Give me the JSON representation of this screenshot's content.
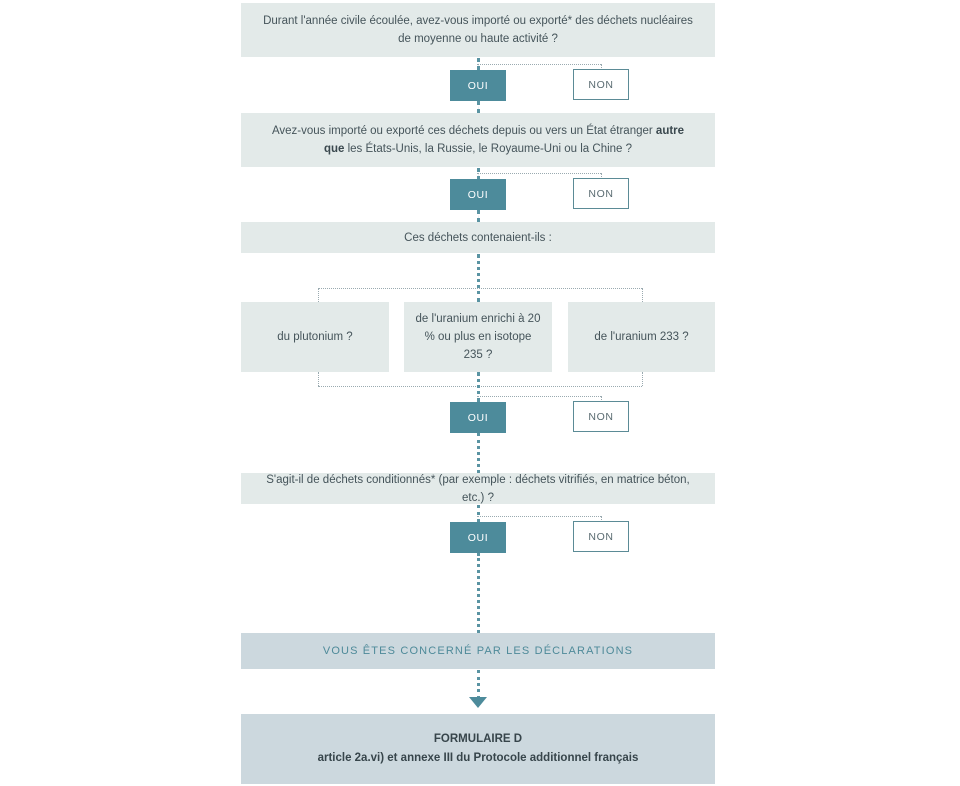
{
  "document": {
    "title": "Arbre de décision — Formulaire D",
    "colors": {
      "question_box": "#e3eae9",
      "result_box": "#ccd8de",
      "accent_teal": "#4d8b9b",
      "connector_teal": "#5a94a3",
      "connector_grey": "#9aaab0",
      "text": "#45545a",
      "result_text": "#4e8a99"
    }
  },
  "labels": {
    "yes": "OUI",
    "no": "NON"
  },
  "questions": [
    {
      "id": "q1",
      "text_parts": [
        {
          "text": "Durant l'année civile écoulée, avez-vous importé ou exporté* des déchets nucléaires de moyenne ou haute activité ?",
          "bold": false
        }
      ]
    },
    {
      "id": "q2",
      "text_parts": [
        {
          "text": "Avez-vous importé ou exporté ces déchets depuis ou vers un État étranger ",
          "bold": false
        },
        {
          "text": "autre que",
          "bold": true
        },
        {
          "text": " les États-Unis, la Russie, le Royaume-Uni ou la Chine ?",
          "bold": false
        }
      ]
    },
    {
      "id": "q3",
      "text_parts": [
        {
          "text": "Ces déchets contenaient-ils :",
          "bold": false
        }
      ]
    },
    {
      "id": "q4",
      "text_parts": [
        {
          "text": "S'agit-il de déchets conditionnés* (par exemple : déchets vitrifiés, en matrice béton, etc.) ?",
          "bold": false
        }
      ]
    }
  ],
  "options": [
    {
      "id": "opt-plutonium",
      "text": "du plutonium ?"
    },
    {
      "id": "opt-uranium-enrichi",
      "text": "de l'uranium enrichi à 20 % ou plus en isotope 235 ?"
    },
    {
      "id": "opt-uranium-233",
      "text": "de l'uranium 233 ?"
    }
  ],
  "results": {
    "declaration": "VOUS ÊTES CONCERNÉ PAR LES DÉCLARATIONS",
    "form_title": "FORMULAIRE D",
    "form_subtitle": "article 2a.vi) et annexe III du Protocole additionnel français"
  }
}
